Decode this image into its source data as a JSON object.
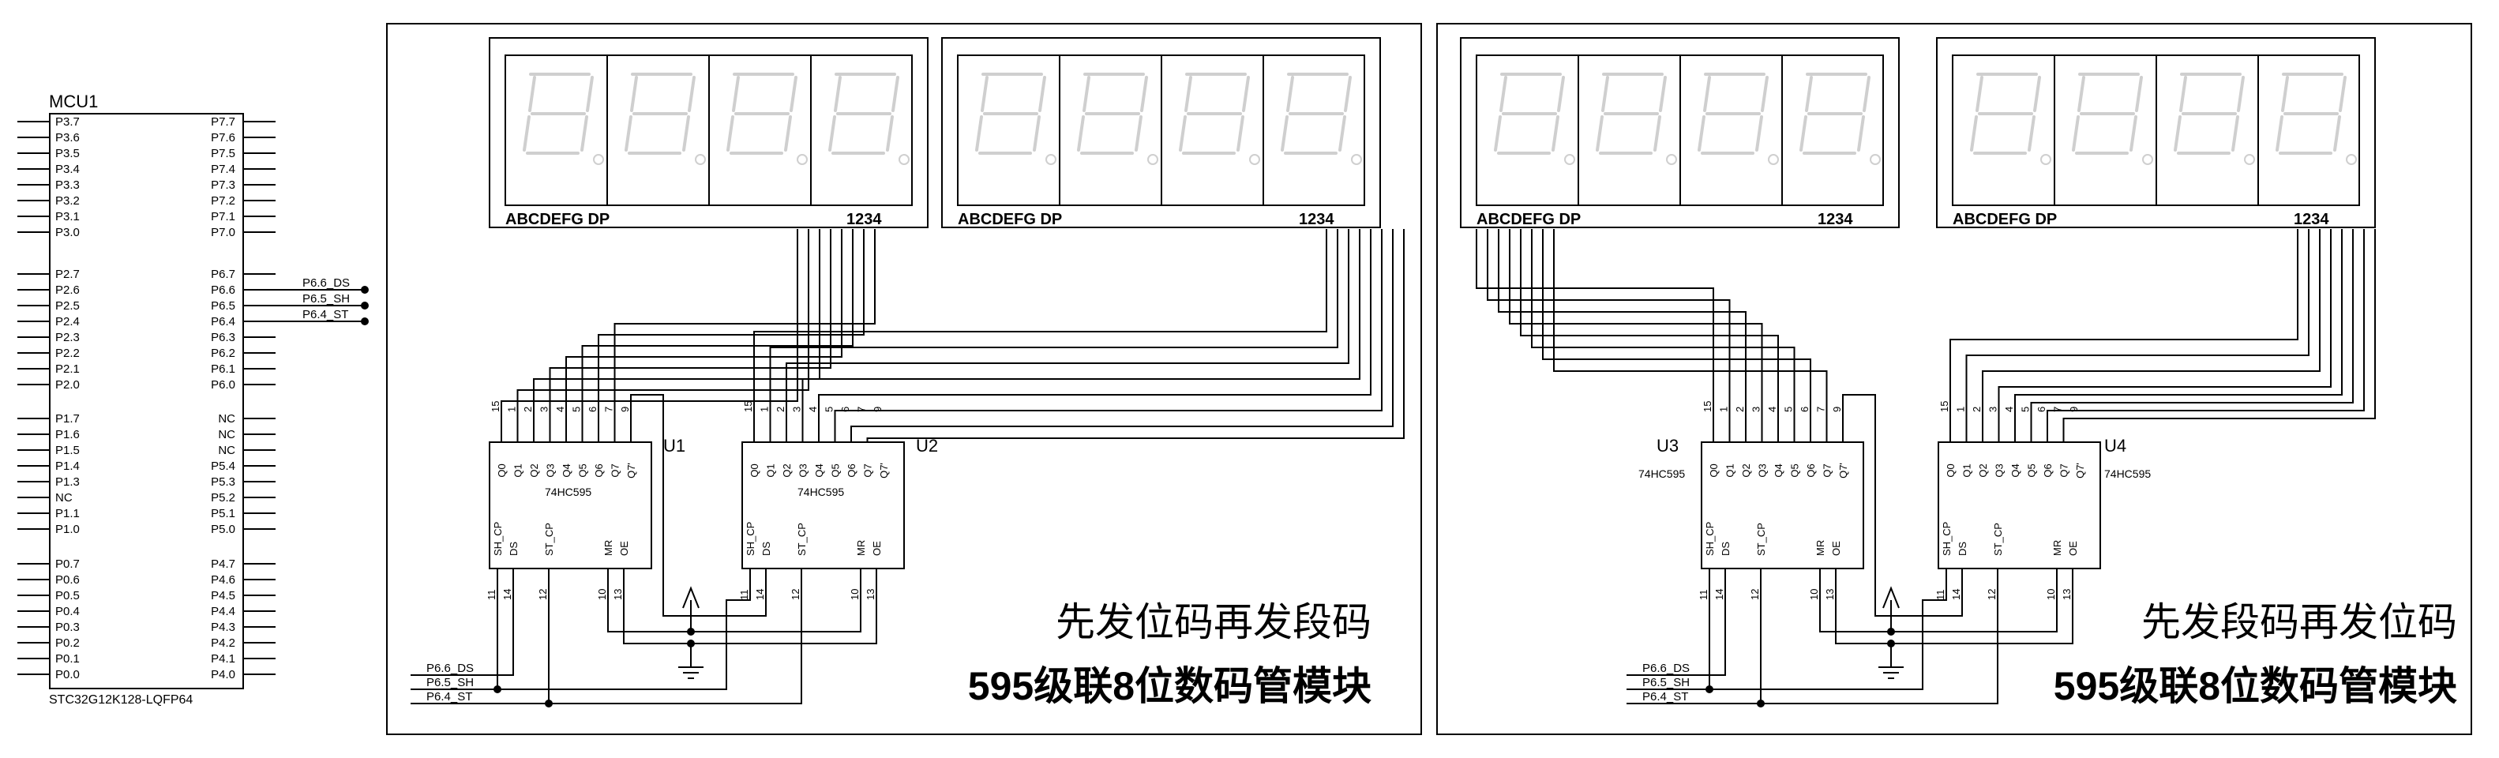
{
  "mcu": {
    "ref": "MCU1",
    "part": "STC32G12K128-LQFP64",
    "left_groups": [
      [
        "P3.7",
        "P3.6",
        "P3.5",
        "P3.4",
        "P3.3",
        "P3.2",
        "P3.1",
        "P3.0"
      ],
      [
        "P2.7",
        "P2.6",
        "P2.5",
        "P2.4",
        "P2.3",
        "P2.2",
        "P2.1",
        "P2.0"
      ],
      [
        "P1.7",
        "P1.6",
        "P1.5",
        "P1.4",
        "P1.3",
        "NC",
        "P1.1",
        "P1.0"
      ],
      [
        "P0.7",
        "P0.6",
        "P0.5",
        "P0.4",
        "P0.3",
        "P0.2",
        "P0.1",
        "P0.0"
      ]
    ],
    "right_groups": [
      [
        "P7.7",
        "P7.6",
        "P7.5",
        "P7.4",
        "P7.3",
        "P7.2",
        "P7.1",
        "P7.0"
      ],
      [
        "P6.7",
        "P6.6",
        "P6.5",
        "P6.4",
        "P6.3",
        "P6.2",
        "P6.1",
        "P6.0"
      ],
      [
        "NC",
        "NC",
        "NC",
        "P5.4",
        "P5.3",
        "P5.2",
        "P5.1",
        "P5.0"
      ],
      [
        "P4.7",
        "P4.6",
        "P4.5",
        "P4.4",
        "P4.3",
        "P4.2",
        "P4.1",
        "P4.0"
      ]
    ]
  },
  "net_labels": [
    "P6.6_DS",
    "P6.5_SH",
    "P6.4_ST"
  ],
  "display": {
    "segment_label": "ABCDEFG DP",
    "digit_label": "1234"
  },
  "ic": {
    "part": "74HC595",
    "top_pins": [
      "Q0",
      "Q1",
      "Q2",
      "Q3",
      "Q4",
      "Q5",
      "Q6",
      "Q7",
      "Q7'"
    ],
    "top_nums": [
      "15",
      "1",
      "2",
      "3",
      "4",
      "5",
      "6",
      "7",
      "9"
    ],
    "bottom_pins": [
      "SH_CP",
      "DS",
      "ST_CP",
      "MR",
      "OE"
    ],
    "bottom_nums": [
      "11",
      "14",
      "12",
      "10",
      "13"
    ]
  },
  "modules": [
    {
      "title": "先发位码再发段码",
      "subtitle": "595级联8位数码管模块",
      "chip_refs": [
        "U1",
        "U2"
      ]
    },
    {
      "title": "先发段码再发位码",
      "subtitle": "595级联8位数码管模块",
      "chip_refs": [
        "U3",
        "U4"
      ]
    }
  ]
}
